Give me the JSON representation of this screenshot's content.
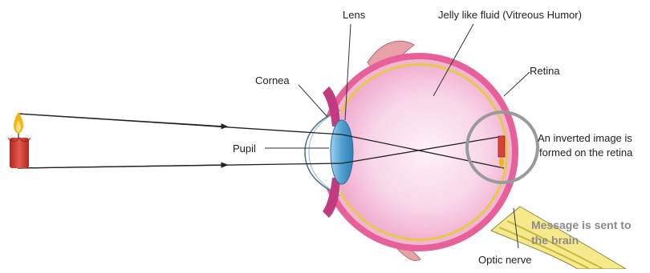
{
  "labels": {
    "lens": "Lens",
    "vitreous": "Jelly like fluid (Vitreous Humor)",
    "retina": "Retina",
    "cornea": "Cornea",
    "pupil": "Pupil",
    "inverted_line1": "An inverted image is",
    "inverted_line2": "formed on the retina",
    "message_line1": "Message is sent to",
    "message_line2": "the brain",
    "optic_nerve": "Optic nerve"
  },
  "colors": {
    "sclera": "#e8609a",
    "eyeball_fill": "#f6c9e0",
    "vitreous": "#fbe3ef",
    "lens": "#5aa9d6",
    "retina_line": "#e7c94a",
    "candle_body": "#d9413a",
    "flame": "#f4b416",
    "nerve": "#f2e06a",
    "highlight_circle": "#9a9a9a"
  }
}
